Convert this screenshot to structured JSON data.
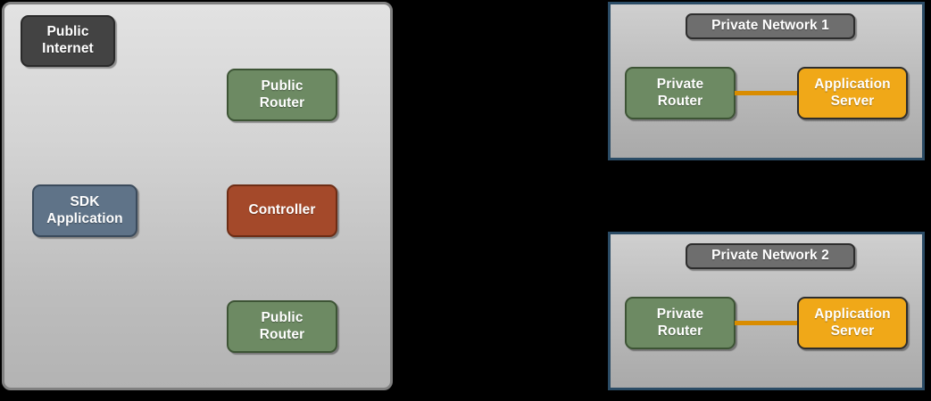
{
  "diagram": {
    "type": "network-architecture",
    "colors": {
      "public_panel_border": "#808080",
      "private_panel_border": "#2b4c66",
      "node_dark": "#434343",
      "node_green": "#6d8a63",
      "node_slate": "#5f7388",
      "node_red": "#a4492a",
      "node_orange": "#f0a818",
      "network_label": "#6e6e6e",
      "connector": "#d98c00",
      "canvas_background": "#000000"
    },
    "public_zone": {
      "nodes": [
        {
          "id": "public-internet",
          "label": "Public\nInternet",
          "line1": "Public",
          "line2": "Internet",
          "style": "dark"
        },
        {
          "id": "public-router-top",
          "label": "Public Router",
          "line1": "Public",
          "line2": "Router",
          "style": "green"
        },
        {
          "id": "sdk-application",
          "label": "SDK Application",
          "line1": "SDK",
          "line2": "Application",
          "style": "slate"
        },
        {
          "id": "controller",
          "label": "Controller",
          "line1": "Controller",
          "line2": "",
          "style": "red"
        },
        {
          "id": "public-router-bottom",
          "label": "Public Router",
          "line1": "Public",
          "line2": "Router",
          "style": "green"
        }
      ]
    },
    "private_networks": [
      {
        "id": "private-network-1",
        "title": "Private Network 1",
        "router": {
          "line1": "Private",
          "line2": "Router",
          "style": "green"
        },
        "app_server": {
          "line1": "Application",
          "line2": "Server",
          "style": "orange"
        },
        "connection": {
          "from": "private-router",
          "to": "application-server",
          "color": "#d98c00"
        }
      },
      {
        "id": "private-network-2",
        "title": "Private Network 2",
        "router": {
          "line1": "Private",
          "line2": "Router",
          "style": "green"
        },
        "app_server": {
          "line1": "Application",
          "line2": "Server",
          "style": "orange"
        },
        "connection": {
          "from": "private-router",
          "to": "application-server",
          "color": "#d98c00"
        }
      }
    ]
  }
}
